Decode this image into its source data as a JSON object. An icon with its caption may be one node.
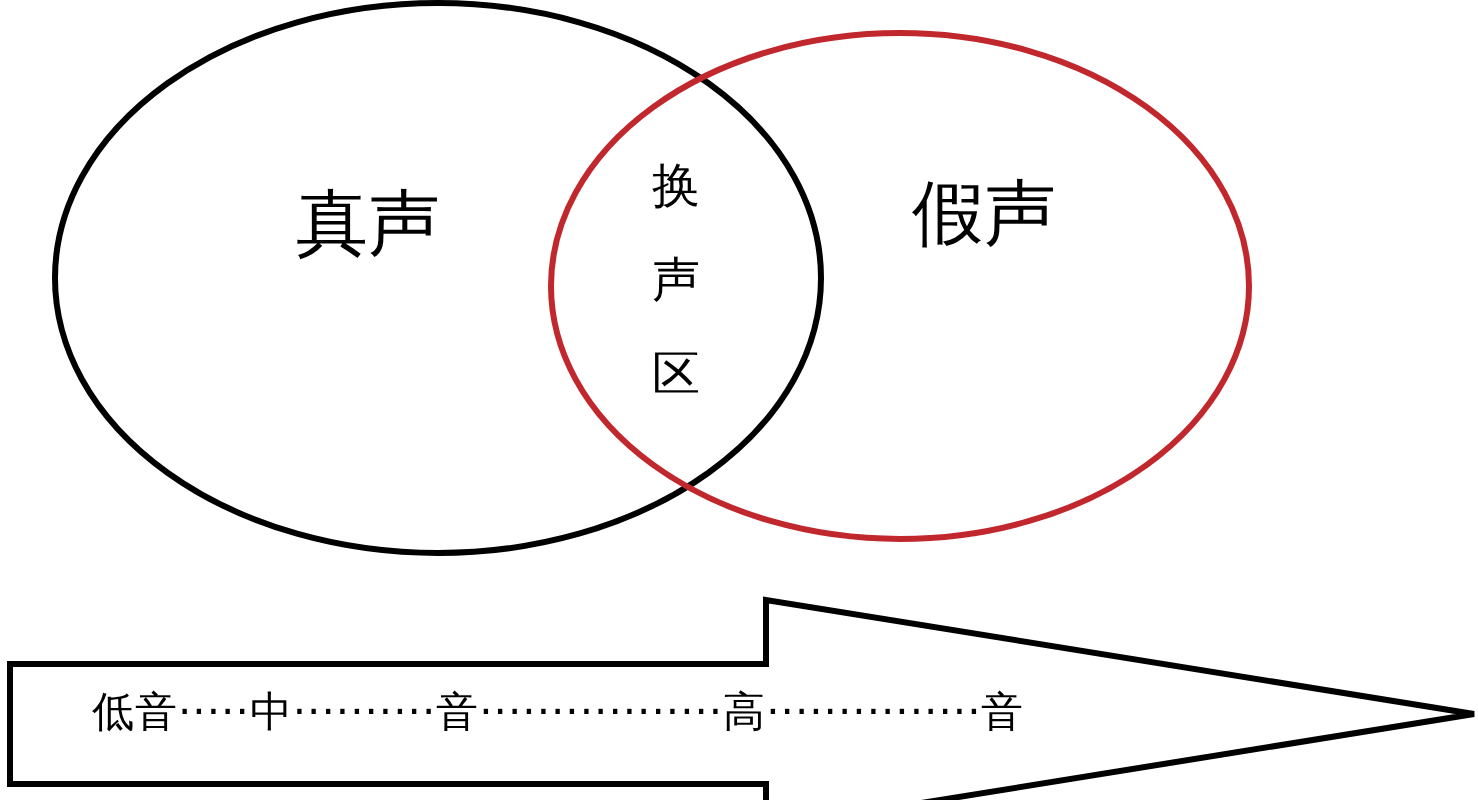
{
  "diagram": {
    "nodes": [
      {
        "text": [
          "真声"
        ]
      },
      {
        "text": [
          "假声"
        ]
      },
      {
        "text": [
          "低音·····中··········音·················高···············音"
        ]
      }
    ],
    "labels": [
      "换声区"
    ]
  }
}
